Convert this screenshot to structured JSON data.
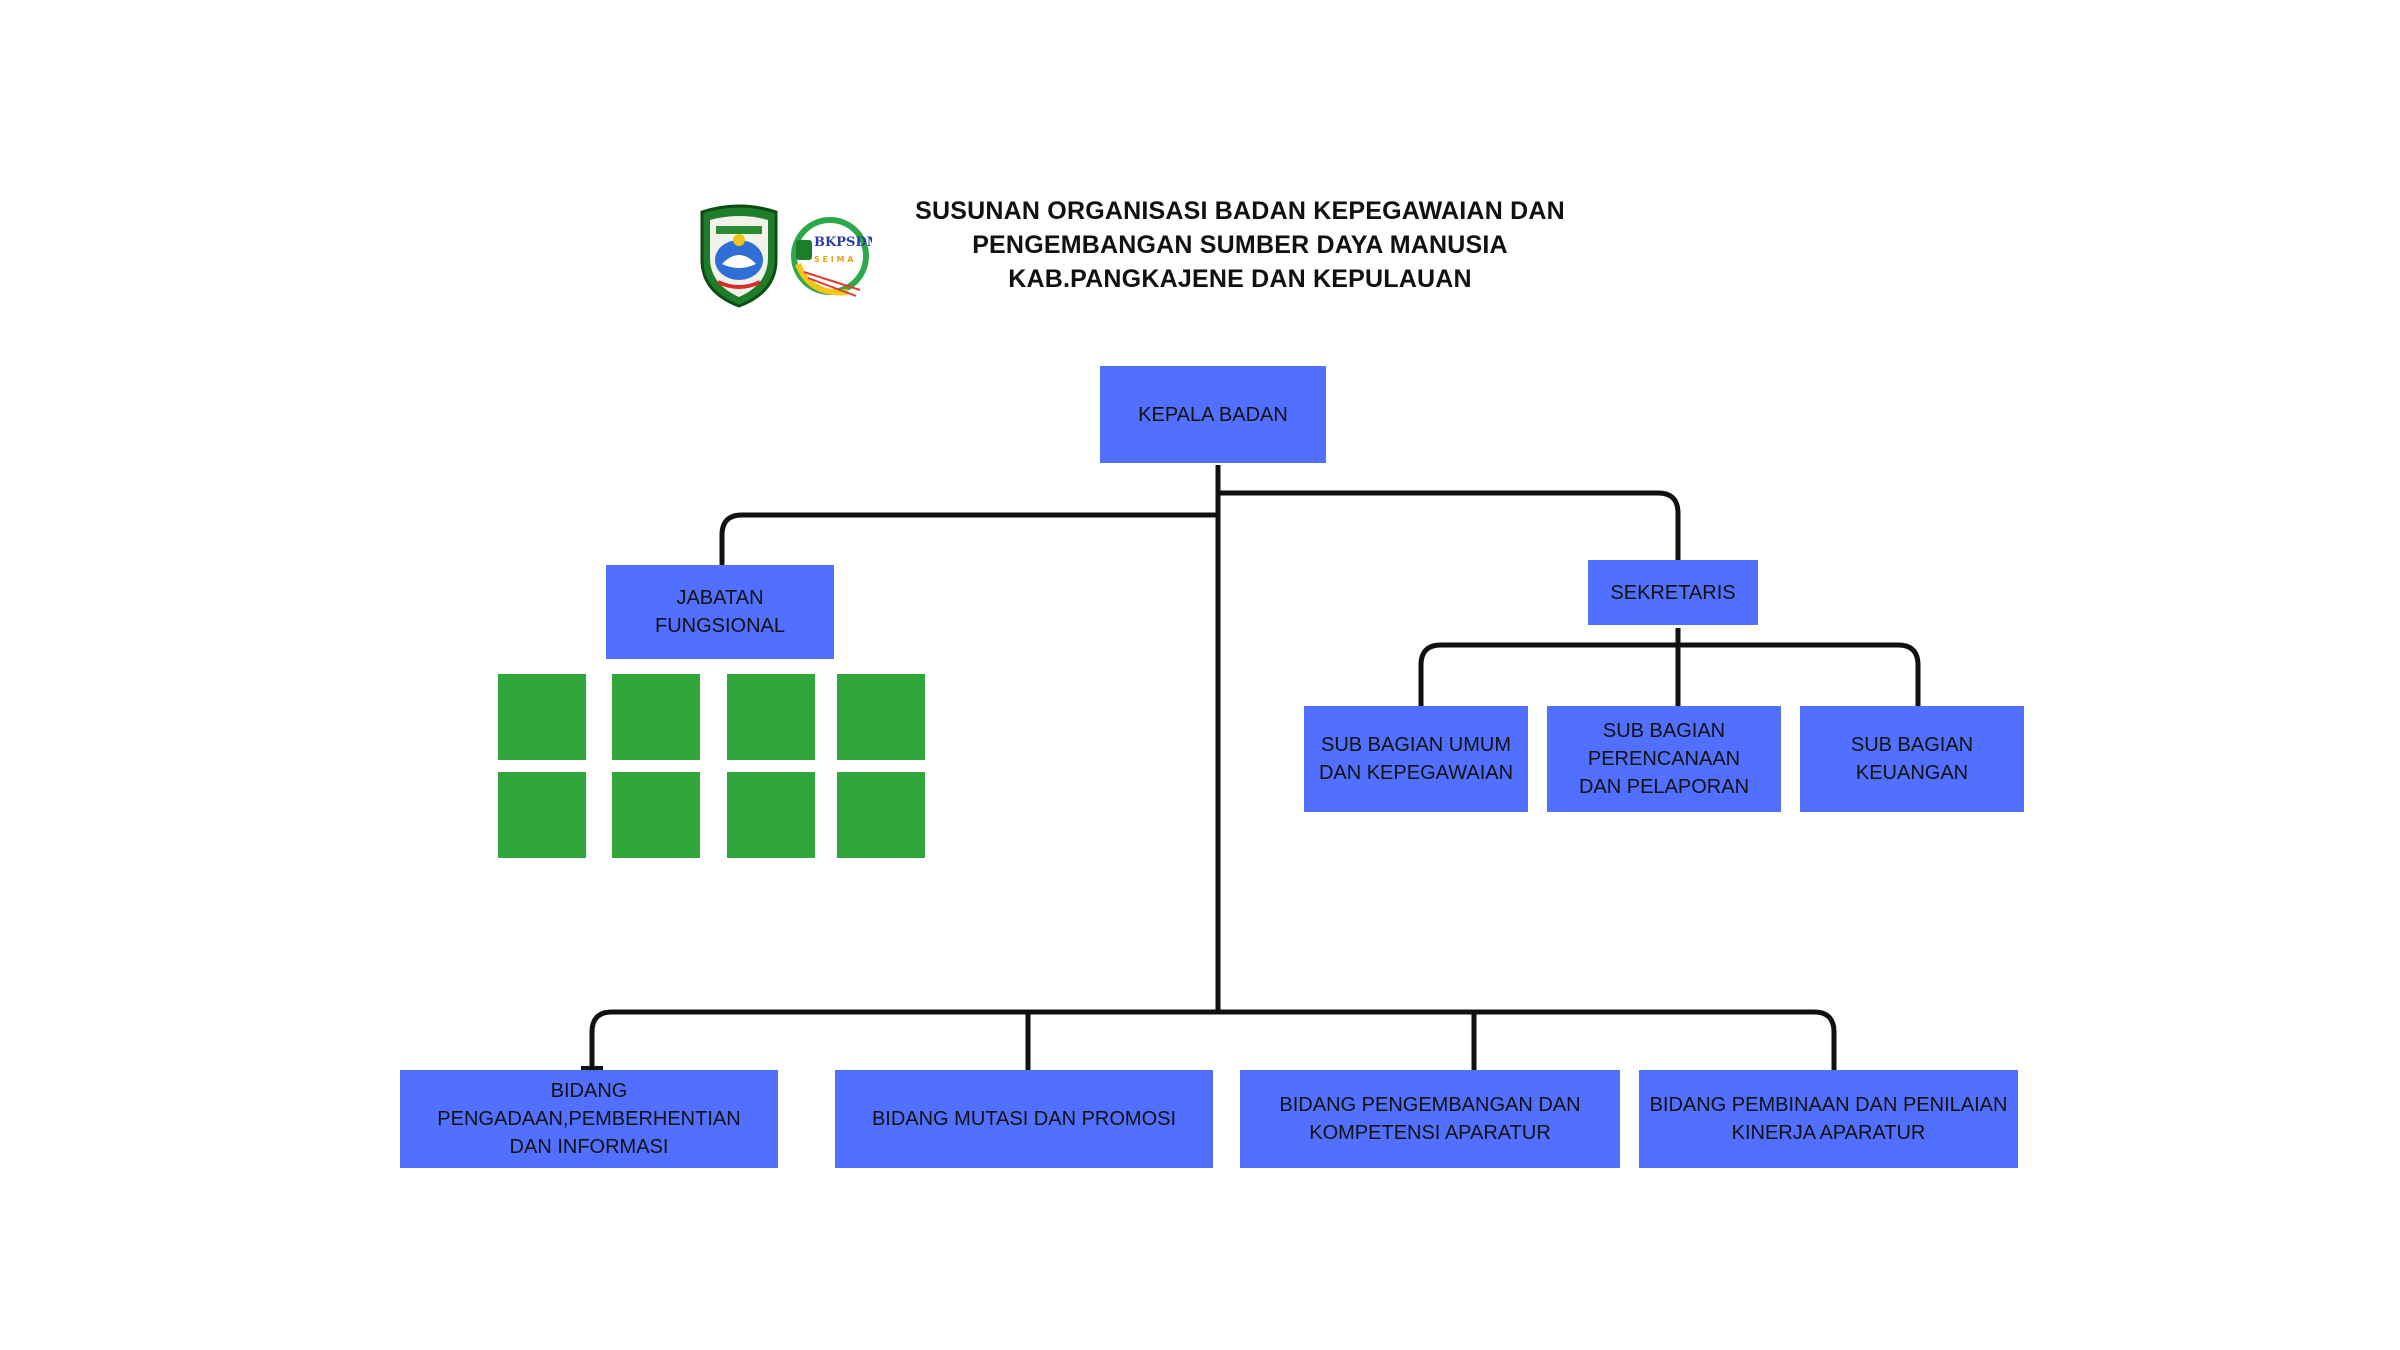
{
  "header": {
    "title_lines": [
      "SUSUNAN ORGANISASI BADAN KEPEGAWAIAN DAN",
      "PENGEMBANGAN SUMBER DAYA MANUSIA",
      "KAB.PANGKAJENE DAN KEPULAUAN"
    ],
    "logos": [
      {
        "name": "pangkep-regency-crest",
        "icon": "shield-crest"
      },
      {
        "name": "bkpsdm-logo",
        "icon": "bkpsdm-emblem",
        "text": "BKPSDM"
      }
    ]
  },
  "colors": {
    "box": "#5270ff",
    "functional_tile": "#31a63a",
    "connector": "#111111"
  },
  "org": {
    "head": "KEPALA BADAN",
    "functional": "JABATAN FUNGSIONAL",
    "secretary": "SEKRETARIS",
    "sub_sections": [
      "SUB BAGIAN UMUM DAN KEPEGAWAIAN",
      "SUB BAGIAN PERENCANAAN DAN PELAPORAN",
      "SUB BAGIAN KEUANGAN"
    ],
    "divisions": [
      "BIDANG PENGADAAN,PEMBERHENTIAN DAN INFORMASI",
      "BIDANG MUTASI DAN PROMOSI",
      "BIDANG PENGEMBANGAN DAN KOMPETENSI APARATUR",
      "BIDANG PEMBINAAN DAN PENILAIAN KINERJA APARATUR"
    ],
    "functional_tiles_count": 8
  }
}
